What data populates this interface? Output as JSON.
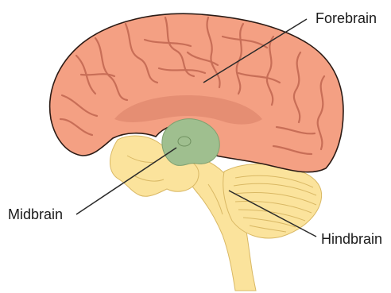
{
  "labels": {
    "forebrain": "Forebrain",
    "midbrain": "Midbrain",
    "hindbrain": "Hindbrain"
  },
  "colors": {
    "forebrain": "#f4a083",
    "forebrain_outline": "#2b1a14",
    "forebrain_groove": "#c86e57",
    "midbrain": "#9fbf8f",
    "hindbrain": "#fbe39c",
    "hindbrain_groove": "#d9b864",
    "leader_line": "#2a2a2a"
  }
}
